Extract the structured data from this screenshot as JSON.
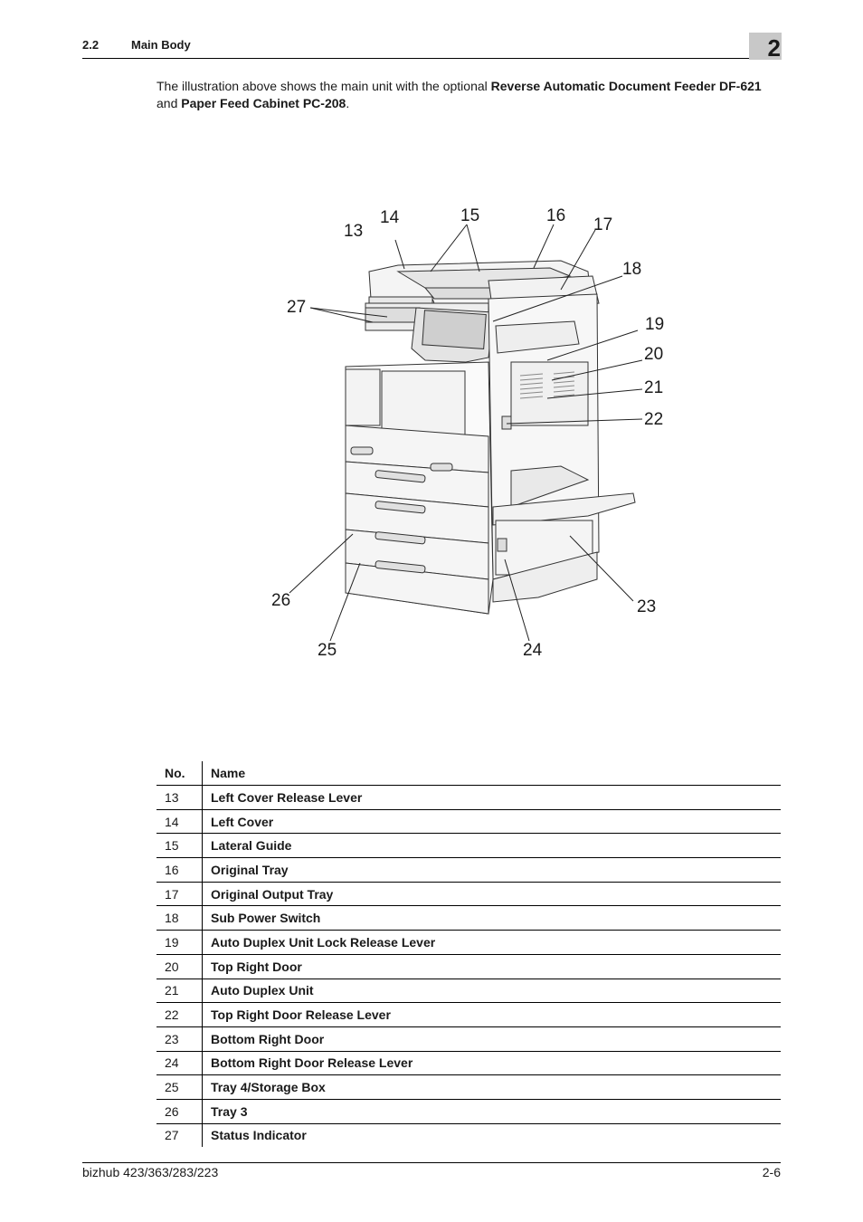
{
  "header": {
    "section": "2.2",
    "title": "Main Body",
    "chapter": "2"
  },
  "intro": {
    "text1": "The illustration above shows the main unit with the optional ",
    "bold1": "Reverse Automatic Document Feeder DF-621",
    "text2": " and ",
    "bold2": "Paper Feed Cabinet PC-208",
    "text3": "."
  },
  "figure": {
    "callouts": [
      "13",
      "14",
      "15",
      "16",
      "17",
      "18",
      "19",
      "20",
      "21",
      "22",
      "23",
      "24",
      "25",
      "26",
      "27"
    ]
  },
  "table": {
    "headers": {
      "no": "No.",
      "name": "Name"
    },
    "rows": [
      {
        "no": "13",
        "name": "Left Cover Release Lever"
      },
      {
        "no": "14",
        "name": "Left Cover"
      },
      {
        "no": "15",
        "name": "Lateral Guide"
      },
      {
        "no": "16",
        "name": "Original Tray"
      },
      {
        "no": "17",
        "name": "Original Output Tray"
      },
      {
        "no": "18",
        "name": "Sub Power Switch"
      },
      {
        "no": "19",
        "name": "Auto Duplex Unit Lock Release Lever"
      },
      {
        "no": "20",
        "name": "Top Right Door"
      },
      {
        "no": "21",
        "name": "Auto Duplex Unit"
      },
      {
        "no": "22",
        "name": "Top Right Door Release Lever"
      },
      {
        "no": "23",
        "name": "Bottom Right Door"
      },
      {
        "no": "24",
        "name": "Bottom Right Door Release Lever"
      },
      {
        "no": "25",
        "name": "Tray 4/Storage Box"
      },
      {
        "no": "26",
        "name": "Tray 3"
      },
      {
        "no": "27",
        "name": "Status Indicator"
      }
    ]
  },
  "footer": {
    "model": "bizhub 423/363/283/223",
    "page": "2-6"
  }
}
